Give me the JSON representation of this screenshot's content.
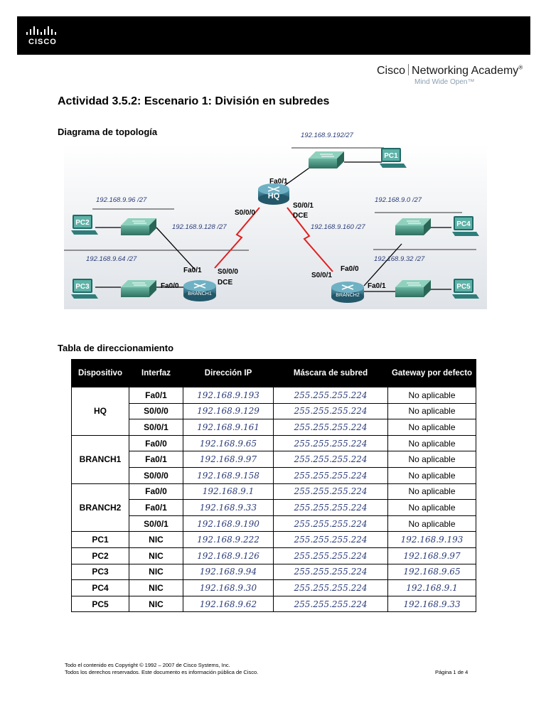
{
  "header": {
    "logo_text": "CISCO",
    "academy_brand": "Cisco",
    "academy_name": "Networking Academy",
    "academy_mark": "®",
    "academy_tagline": "Mind Wide Open™"
  },
  "document": {
    "title": "Actividad 3.5.2: Escenario 1: División en subredes",
    "topology_heading": "Diagrama de topología",
    "table_heading": "Tabla de direccionamiento"
  },
  "diagram": {
    "nets": {
      "pc1_lan": "192.168.9.192/27",
      "pc2_lan": "192.168.9.96 /27",
      "pc3_lan": "192.168.9.64  /27",
      "pc4_lan": "192.168.9.0  /27",
      "pc5_lan": "192.168.9.32 /27",
      "hq_branch1": "192.168.9.128  /27",
      "hq_branch2": "192.168.9.160  /27"
    },
    "devices": {
      "hq": "HQ",
      "branch1": "BRANCH1",
      "branch2": "BRANCH2",
      "pc1": "PC1",
      "pc2": "PC2",
      "pc3": "PC3",
      "pc4": "PC4",
      "pc5": "PC5"
    },
    "ports": {
      "hq_fa01": "Fa0/1",
      "hq_s000": "S0/0/0",
      "hq_s001": "S0/0/1",
      "hq_dce": "DCE",
      "b1_fa01": "Fa0/1",
      "b1_fa00": "Fa0/0",
      "b1_s000": "S0/0/0",
      "b1_dce": "DCE",
      "b2_fa00": "Fa0/0",
      "b2_fa01": "Fa0/1",
      "b2_s001": "S0/0/1"
    },
    "colors": {
      "serial_link": "#e02020",
      "router": "#3a7f94",
      "switch": "#4f9a86",
      "pc": "#2e7d7a",
      "ip_label": "#2c3c78"
    }
  },
  "table": {
    "headers": [
      "Dispositivo",
      "Interfaz",
      "Dirección IP",
      "Máscara de subred",
      "Gateway por defecto"
    ],
    "rows": [
      {
        "device": "HQ",
        "span": 3,
        "interface": "Fa0/1",
        "ip": "192.168.9.193",
        "mask": "255.255.255.224",
        "gateway": "No aplicable"
      },
      {
        "device": "",
        "span": 0,
        "interface": "S0/0/0",
        "ip": "192.168.9.129",
        "mask": "255.255.255.224",
        "gateway": "No aplicable"
      },
      {
        "device": "",
        "span": 0,
        "interface": "S0/0/1",
        "ip": "192.168.9.161",
        "mask": "255.255.255.224",
        "gateway": "No aplicable"
      },
      {
        "device": "BRANCH1",
        "span": 3,
        "interface": "Fa0/0",
        "ip": "192.168.9.65",
        "mask": "255.255.255.224",
        "gateway": "No aplicable"
      },
      {
        "device": "",
        "span": 0,
        "interface": "Fa0/1",
        "ip": "192.168.9.97",
        "mask": "255.255.255.224",
        "gateway": "No aplicable"
      },
      {
        "device": "",
        "span": 0,
        "interface": "S0/0/0",
        "ip": "192.168.9.158",
        "mask": "255.255.255.224",
        "gateway": "No aplicable"
      },
      {
        "device": "BRANCH2",
        "span": 3,
        "interface": "Fa0/0",
        "ip": "192.168.9.1",
        "mask": "255.255.255.224",
        "gateway": "No aplicable"
      },
      {
        "device": "",
        "span": 0,
        "interface": "Fa0/1",
        "ip": "192.168.9.33",
        "mask": "255.255.255.224",
        "gateway": "No aplicable"
      },
      {
        "device": "",
        "span": 0,
        "interface": "S0/0/1",
        "ip": "192.168.9.190",
        "mask": "255.255.255.224",
        "gateway": "No aplicable"
      },
      {
        "device": "PC1",
        "span": 1,
        "interface": "NIC",
        "ip": "192.168.9.222",
        "mask": "255.255.255.224",
        "gateway": "192.168.9.193"
      },
      {
        "device": "PC2",
        "span": 1,
        "interface": "NIC",
        "ip": "192.168.9.126",
        "mask": "255.255.255.224",
        "gateway": "192.168.9.97"
      },
      {
        "device": "PC3",
        "span": 1,
        "interface": "NIC",
        "ip": "192.168.9.94",
        "mask": "255.255.255.224",
        "gateway": "192.168.9.65"
      },
      {
        "device": "PC4",
        "span": 1,
        "interface": "NIC",
        "ip": "192.168.9.30",
        "mask": "255.255.255.224",
        "gateway": "192.168.9.1"
      },
      {
        "device": "PC5",
        "span": 1,
        "interface": "NIC",
        "ip": "192.168.9.62",
        "mask": "255.255.255.224",
        "gateway": "192.168.9.33"
      }
    ]
  },
  "footer": {
    "copyright": "Todo el contenido es Copyright © 1992 – 2007 de Cisco Systems, Inc.",
    "rights": "Todos los derechos reservados. Este documento es información pública de Cisco.",
    "page": "Página 1 de 4"
  }
}
